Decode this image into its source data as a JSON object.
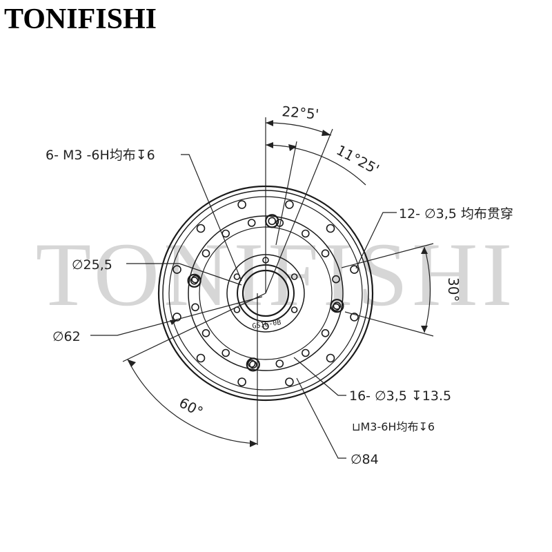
{
  "brand": "TONIFISHI",
  "watermark": "TONIFISHI",
  "labels": {
    "angle_22_5": "22°5'",
    "angle_11_25": "11°25'",
    "angle_30": "30°",
    "angle_60": "60°",
    "m3_tapped_6": "6- M3 -6H均布↧6",
    "holes_12": "12- ∅3,5 均布贯穿",
    "dia_25_5": "∅25,5",
    "dia_62": "∅62",
    "holes_16": "16- ∅3,5 ↧13.5",
    "m3_counterbore": "⊔M3-6H均布↧6",
    "dia_84": "∅84",
    "hub_engraving": "GS16-0B",
    "cutoff_text": "..."
  }
}
